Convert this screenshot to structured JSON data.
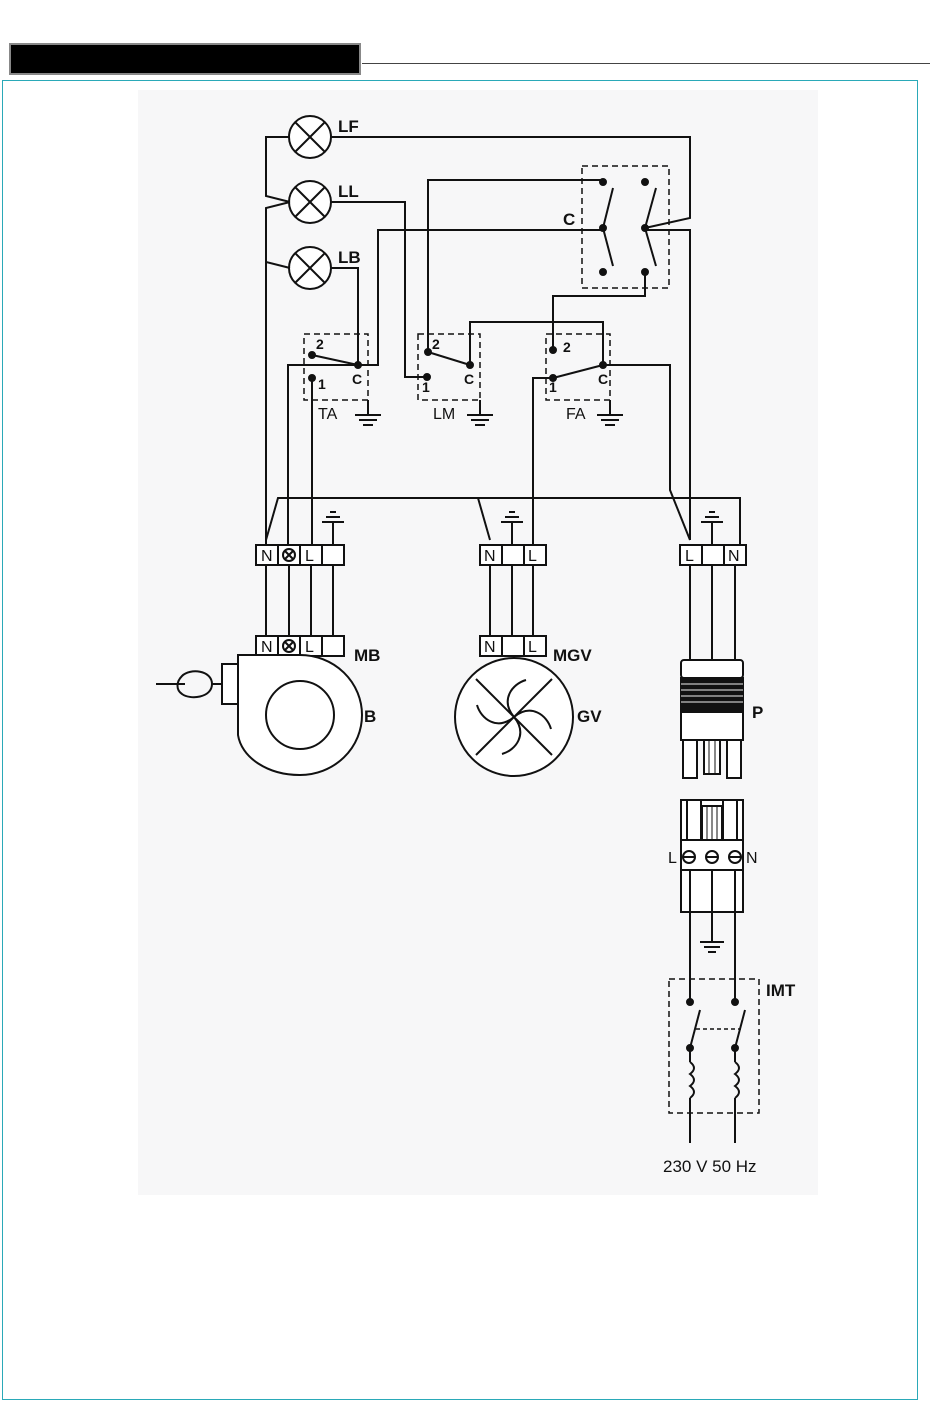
{
  "labels": {
    "lamp_front": "LF",
    "lamp_side": "LL",
    "lamp_bottom": "LB",
    "commutator": "C",
    "ta": "TA",
    "lm": "LM",
    "fa": "FA",
    "pos2": "2",
    "pos1": "1",
    "posC": "C",
    "terminal_n": "N",
    "terminal_l": "L",
    "mb": "MB",
    "mgv": "MGV",
    "b": "B",
    "gv": "GV",
    "p": "P",
    "imt": "IMT",
    "supply": "230 V 50 Hz"
  }
}
